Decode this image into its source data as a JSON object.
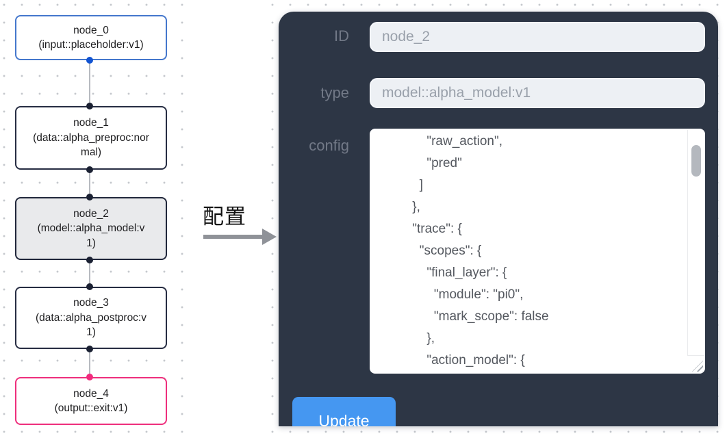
{
  "graph": {
    "nodes": [
      {
        "title": "node_0",
        "subtitle": "(input::placeholder:v1)"
      },
      {
        "title": "node_1",
        "subtitle": "(data::alpha_preproc:normal)"
      },
      {
        "title": "node_2",
        "subtitle": "(model::alpha_model:v1)"
      },
      {
        "title": "node_3",
        "subtitle": "(data::alpha_postproc:v1)"
      },
      {
        "title": "node_4",
        "subtitle": "(output::exit:v1)"
      }
    ]
  },
  "annotation": {
    "label": "配置"
  },
  "panel": {
    "id_label": "ID",
    "id_value": "node_2",
    "type_label": "type",
    "type_value": "model::alpha_model:v1",
    "config_label": "config",
    "config_text": "            \"raw_action\",\n            \"pred\"\n          ]\n        },\n        \"trace\": {\n          \"scopes\": {\n            \"final_layer\": {\n              \"module\": \"pi0\",\n              \"mark_scope\": false\n            },\n            \"action_model\": {",
    "update_label": "Update"
  },
  "colors": {
    "panel_bg": "#2d3645",
    "accent_button_blue": "#4597f1",
    "node_input_border": "#4477cc",
    "node_selected_fill": "#e9eaec",
    "node_output_border": "#ee2e7c",
    "port_blue": "#1254d2",
    "port_pink": "#f12a7d",
    "port_dark": "#1b2133"
  }
}
